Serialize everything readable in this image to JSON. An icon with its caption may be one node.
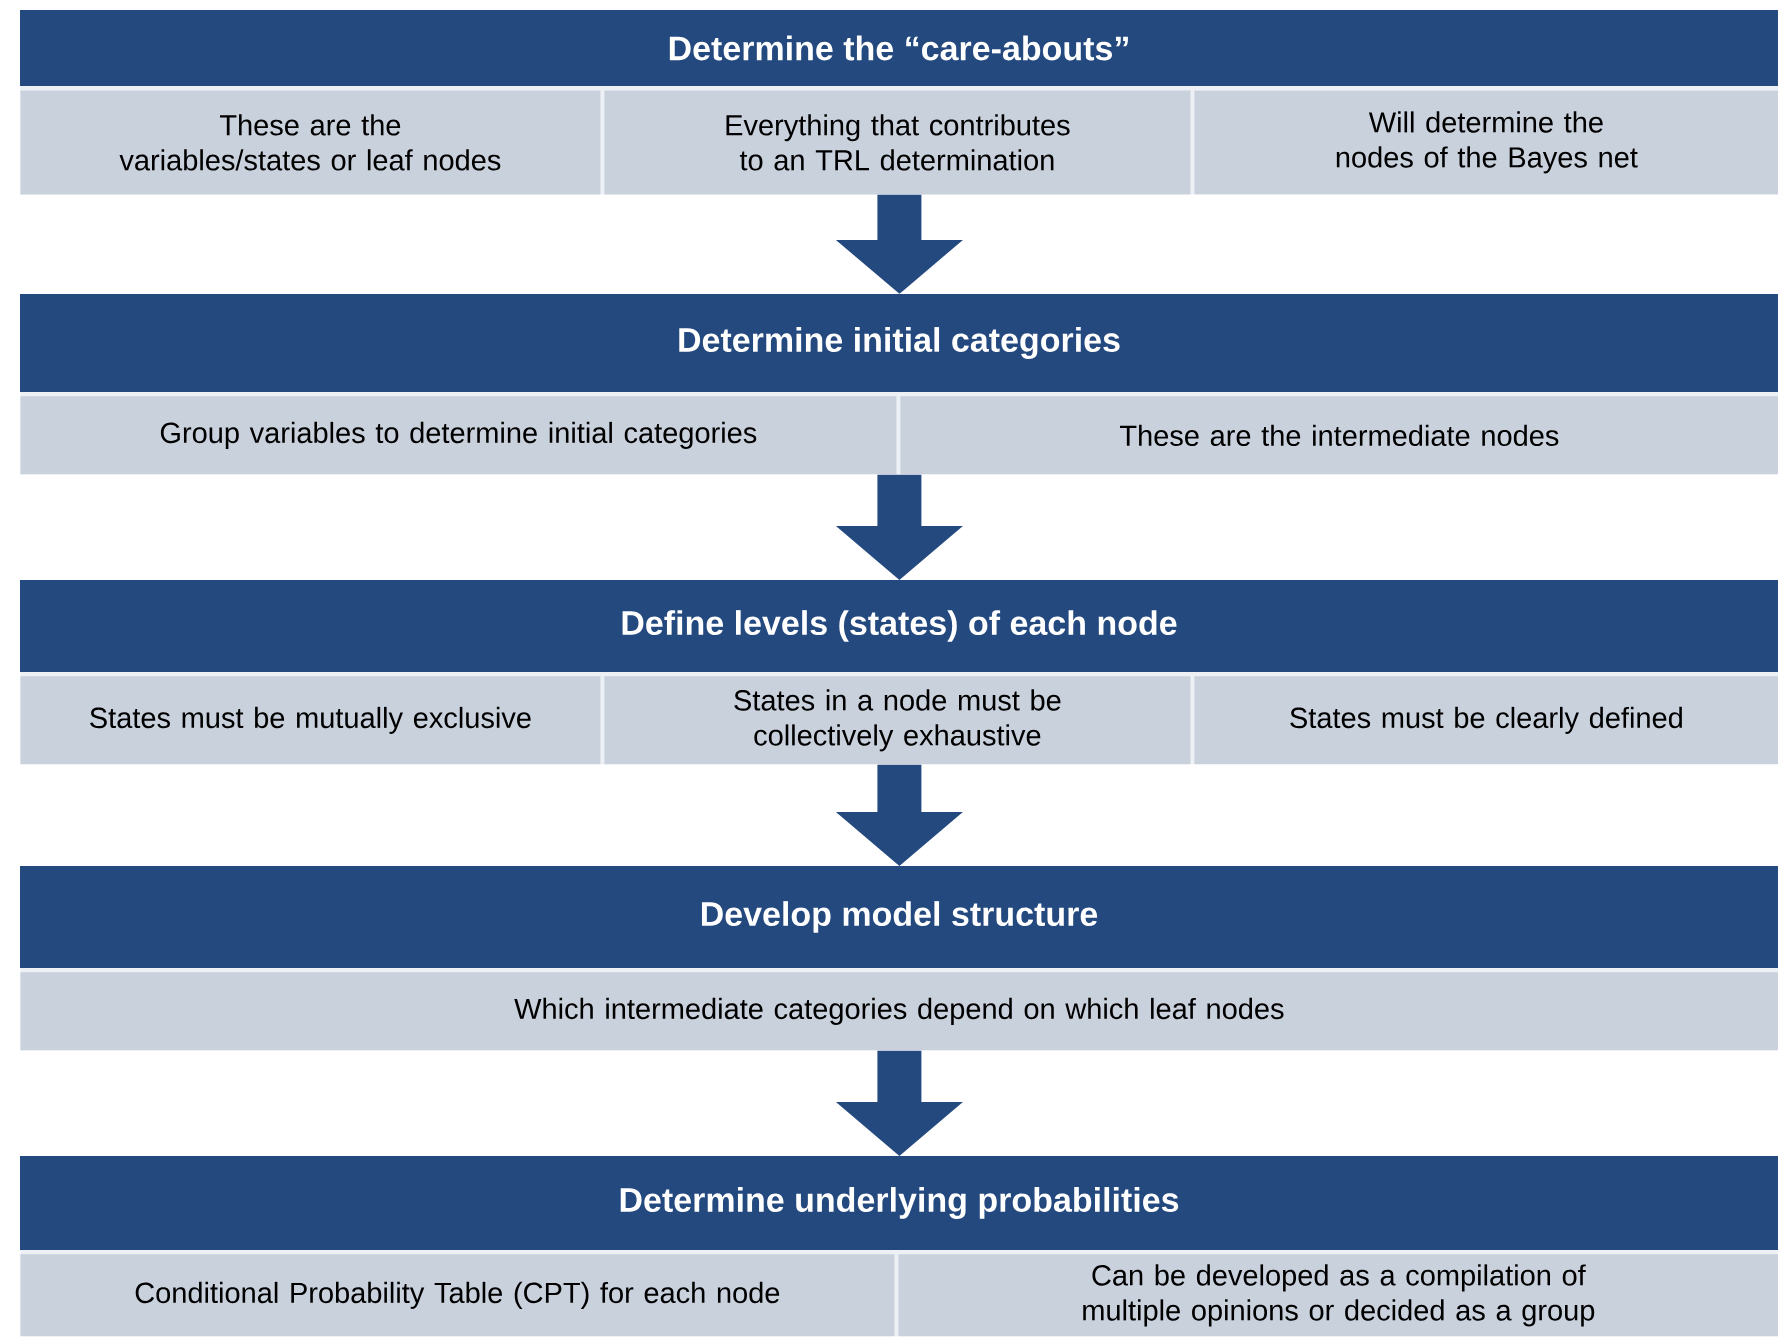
{
  "diagram": {
    "nodes": [
      {
        "text": [
          "Determine the “care-abouts”"
        ]
      },
      {
        "text": [
          "These are the variables/states or leaf nodes"
        ],
        "in": 0
      },
      {
        "text": [
          "Everything that contributes to an TRL determination"
        ],
        "in": 0
      },
      {
        "text": [
          "Will determine the nodes of the Bayes net"
        ],
        "in": 0
      },
      {
        "text": [
          "Determine initial categories"
        ]
      },
      {
        "text": [
          "Group variables  to determine initial categories"
        ],
        "in": 4
      },
      {
        "text": [
          "These are the intermediate nodes"
        ],
        "in": 4
      },
      {
        "text": [
          "Define levels (states) of each node"
        ]
      },
      {
        "text": [
          "States must be mutually exclusive"
        ],
        "in": 7
      },
      {
        "text": [
          "States in a node must be collectively exhaustive"
        ],
        "in": 7
      },
      {
        "text": [
          "States must be clearly defined"
        ],
        "in": 7
      },
      {
        "text": [
          "Develop model structure"
        ]
      },
      {
        "text": [
          "Which intermediate categories depend on which leaf nodes"
        ],
        "in": 11
      },
      {
        "text": [
          "Determine underlying probabilities"
        ]
      },
      {
        "text": [
          "Conditional Probability Table (CPT) for each node"
        ],
        "in": 13
      },
      {
        "text": [
          "Can be developed as a compilation of multiple opinions or decided as a group"
        ],
        "in": 13
      }
    ],
    "edges": [
      {
        "from": 0,
        "to": 4,
        "arrow": "to"
      },
      {
        "from": 4,
        "to": 7,
        "arrow": "to"
      },
      {
        "from": 7,
        "to": 11,
        "arrow": "to"
      },
      {
        "from": 11,
        "to": 13,
        "arrow": "to"
      }
    ]
  }
}
